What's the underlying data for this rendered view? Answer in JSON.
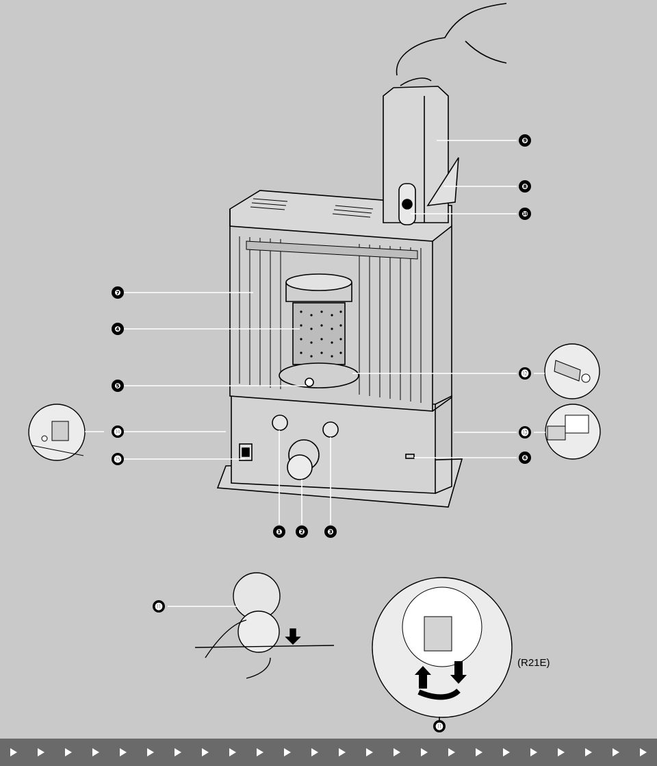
{
  "callouts": [
    {
      "id": "1",
      "label": "❶"
    },
    {
      "id": "2",
      "label": "❷"
    },
    {
      "id": "3",
      "label": "❸"
    },
    {
      "id": "4",
      "label": "❹"
    },
    {
      "id": "5",
      "label": "❺"
    },
    {
      "id": "6",
      "label": "❻"
    },
    {
      "id": "7",
      "label": "❼"
    },
    {
      "id": "8",
      "label": "❽"
    },
    {
      "id": "9",
      "label": "❾"
    },
    {
      "id": "10",
      "label": "❿"
    },
    {
      "id": "11",
      "label": "⓫"
    },
    {
      "id": "12",
      "label": "⓬"
    },
    {
      "id": "13",
      "label": "⓭"
    },
    {
      "id": "14",
      "label": "⓮"
    },
    {
      "id": "15",
      "label": "⓯"
    }
  ],
  "model_label": "(R21E)",
  "footer_arrow_icon": "play-arrow-icon",
  "footer_arrow_count": 24,
  "colors": {
    "background": "#c9c9c9",
    "footer": "#6a6a6a",
    "callout": "#000000"
  }
}
